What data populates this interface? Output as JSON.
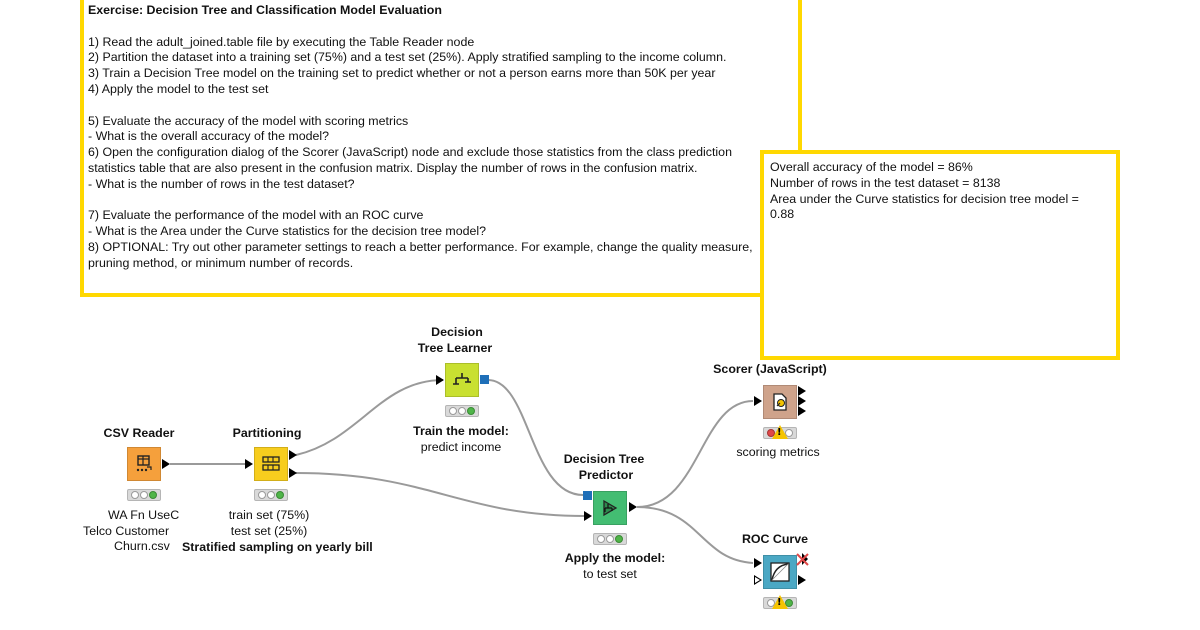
{
  "annotations": {
    "exercise": {
      "title": "Exercise: Decision Tree and Classification Model Evaluation",
      "lines": [
        "",
        "1) Read the adult_joined.table file by executing the Table Reader node",
        "2) Partition the dataset into a training set (75%) and a test set (25%). Apply stratified sampling to the income column.",
        "3) Train a Decision Tree model on the training set to predict whether or not a person earns more than 50K per year",
        "4) Apply the model to the test set",
        "",
        "5) Evaluate the accuracy of the model with scoring metrics",
        "- What is the overall accuracy of the model?",
        "6) Open the configuration dialog of the Scorer (JavaScript) node and exclude those statistics from the class prediction",
        "statistics table that are also present in the confusion matrix. Display the number of rows in the confusion matrix.",
        "- What is the number of rows in the test dataset?",
        "",
        "7) Evaluate the performance of the model with an ROC curve",
        "- What is the Area under the Curve statistics for the decision tree model?",
        "8) OPTIONAL: Try out other parameter settings to reach a better performance. For example, change the quality measure,",
        "pruning method, or minimum number of records."
      ]
    },
    "answers": {
      "lines": [
        "Overall accuracy of the model  =  86%",
        "Number of rows in the test dataset = 8138",
        "Area under the Curve statistics for decision tree model    =",
        "0.88"
      ]
    }
  },
  "nodes": {
    "csv_reader": {
      "title": "CSV Reader",
      "desc": [
        "WA Fn UseC",
        "Telco Customer",
        "Churn.csv"
      ],
      "color": "#f5a03c",
      "icon": "table-file-icon",
      "status": [
        "gray",
        "gray",
        "green"
      ]
    },
    "partitioning": {
      "title": "Partitioning",
      "desc": [
        "train set (75%)",
        "test set (25%)",
        "Stratified sampling on yearly bill"
      ],
      "color": "#f7cd1e",
      "icon": "partition-icon",
      "status": [
        "gray",
        "gray",
        "green"
      ]
    },
    "dt_learner": {
      "title_lines": [
        "Decision",
        "Tree Learner"
      ],
      "desc_bold": "Train the model:",
      "desc": "predict income",
      "color": "#c9e031",
      "icon": "tree-icon",
      "status": [
        "gray",
        "gray",
        "green"
      ]
    },
    "dt_predictor": {
      "title_lines": [
        "Decision Tree",
        "Predictor"
      ],
      "desc_bold": "Apply the model:",
      "desc": "to test set",
      "color": "#43bd72",
      "icon": "predictor-icon",
      "status": [
        "gray",
        "gray",
        "green"
      ]
    },
    "scorer": {
      "title": "Scorer (JavaScript)",
      "desc": "scoring metrics",
      "color": "#cfa38b",
      "icon": "scorer-icon",
      "status": [
        "red",
        "warn",
        "gray"
      ]
    },
    "roc_curve": {
      "title": "ROC Curve",
      "desc": "",
      "color": "#4ba8c4",
      "icon": "roc-curve-icon",
      "status": [
        "gray",
        "warn",
        "green"
      ]
    }
  },
  "colors": {
    "annotation_border": "#ffd800",
    "connection": "#9a9a9a",
    "model_port": "#1f6fb8"
  }
}
